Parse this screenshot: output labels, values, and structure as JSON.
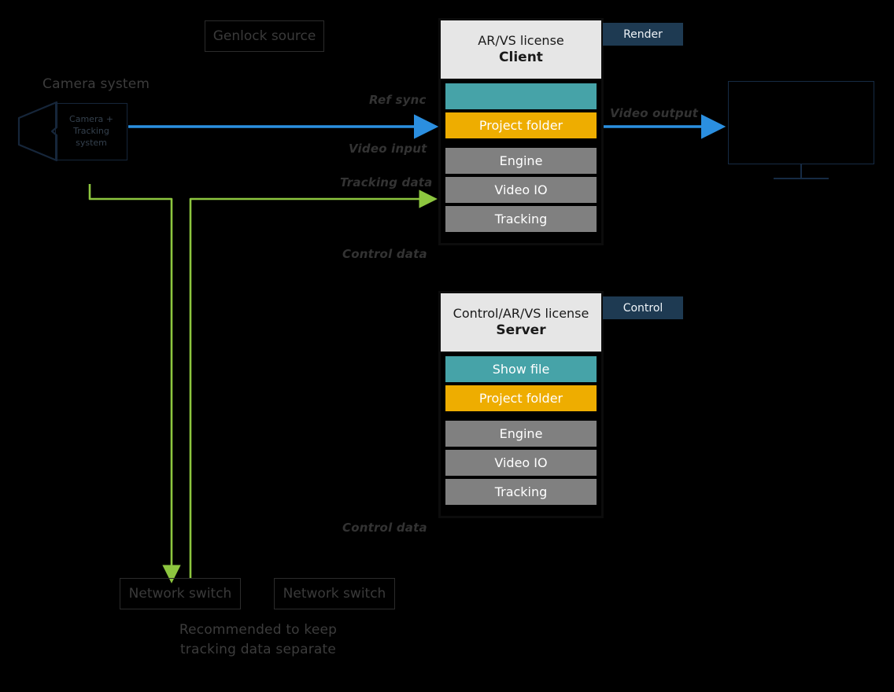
{
  "diagram": {
    "title": "AR/VS Client-Server signal flow",
    "colors": {
      "blue_signal": "#2b8fe0",
      "green_signal": "#8dc63f",
      "teal_bar": "#46a3a8",
      "orange_bar": "#eead00",
      "grey_bar": "#808080",
      "badge_navy": "#1e3a52",
      "panel_header": "#e6e6e6",
      "background": "#000000"
    }
  },
  "genlock": {
    "label": "Genlock source"
  },
  "camera": {
    "group_label": "Camera system",
    "box_label": "Camera +\nTracking\nsystem",
    "box_line1": "Camera +",
    "box_line2": "Tracking",
    "box_line3": "system"
  },
  "signal_labels": {
    "ref_sync": "Ref sync",
    "video_input": "Video input",
    "tracking_data": "Tracking data",
    "control_data_upper": "Control data",
    "control_data_lower": "Control data",
    "video_output": "Video output"
  },
  "client": {
    "header_line1": "AR/VS license",
    "header_line2": "Client",
    "badge": "Render",
    "bars": [
      {
        "label": "",
        "color": "teal"
      },
      {
        "label": "Project folder",
        "color": "orange"
      },
      {
        "label": "Engine",
        "color": "grey"
      },
      {
        "label": "Video IO",
        "color": "grey"
      },
      {
        "label": "Tracking",
        "color": "grey"
      }
    ]
  },
  "server": {
    "header_line1": "Control/AR/VS license",
    "header_line2": "Server",
    "badge": "Control",
    "bars": [
      {
        "label": "Show file",
        "color": "teal"
      },
      {
        "label": "Project folder",
        "color": "orange"
      },
      {
        "label": "Engine",
        "color": "grey"
      },
      {
        "label": "Video IO",
        "color": "grey"
      },
      {
        "label": "Tracking",
        "color": "grey"
      }
    ]
  },
  "network": {
    "switch_one": "Network switch",
    "switch_two": "Network switch",
    "note_line1": "Recommended to keep",
    "note_line2": "tracking data separate"
  },
  "display": {
    "name": "video-monitor"
  }
}
